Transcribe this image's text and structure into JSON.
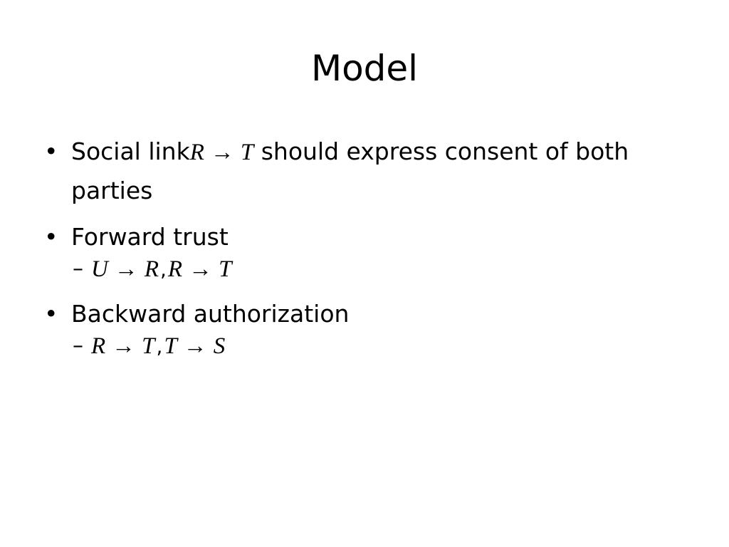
{
  "slide": {
    "title": "Model",
    "bullets": [
      {
        "marker": "•",
        "text_before": "Social link",
        "math": {
          "left": "R",
          "arrow": "→",
          "right": "T"
        },
        "text_after": " should express consent of both parties"
      },
      {
        "marker": "•",
        "text": "Forward trust",
        "sub": {
          "marker": "–",
          "math1": {
            "left": "U",
            "arrow": "→",
            "right": "R"
          },
          "separator": ",",
          "math2": {
            "left": "R",
            "arrow": "→",
            "right": "T"
          }
        }
      },
      {
        "marker": "•",
        "text": "Backward authorization",
        "sub": {
          "marker": "–",
          "math1": {
            "left": "R",
            "arrow": "→",
            "right": "T"
          },
          "separator": ",",
          "math2": {
            "left": "T",
            "arrow": "→",
            "right": "S"
          }
        }
      }
    ]
  }
}
